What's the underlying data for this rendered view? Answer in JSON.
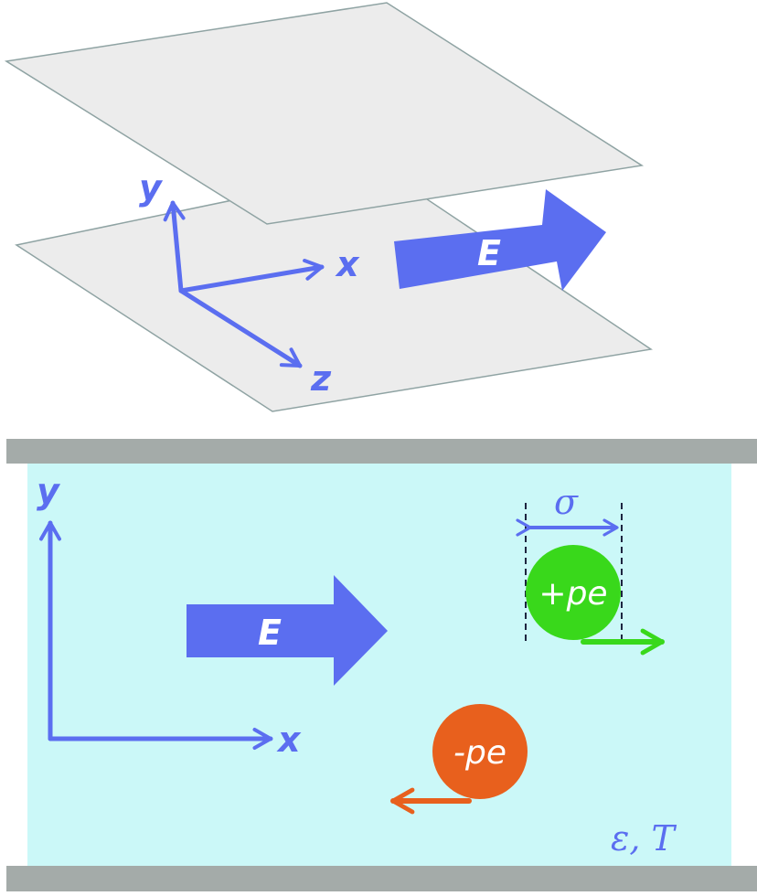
{
  "colors": {
    "axis_blue": "#5b6ef0",
    "plate_fill": "#ececec",
    "plate_edge": "#8fa3a3",
    "wall_gray": "#a4aba9",
    "channel_fill": "#cbf8f8",
    "positive_ion": "#39d81b",
    "negative_ion": "#e8601d"
  },
  "top_view": {
    "axis_y_label": "y",
    "axis_x_label": "x",
    "axis_z_label": "z",
    "field_label": "E"
  },
  "bottom_view": {
    "axis_y_label": "y",
    "axis_x_label": "x",
    "field_label": "E",
    "diameter_label": "σ",
    "positive_ion_label": "+pe",
    "negative_ion_label": "-pe",
    "medium_label": "ε, T"
  }
}
